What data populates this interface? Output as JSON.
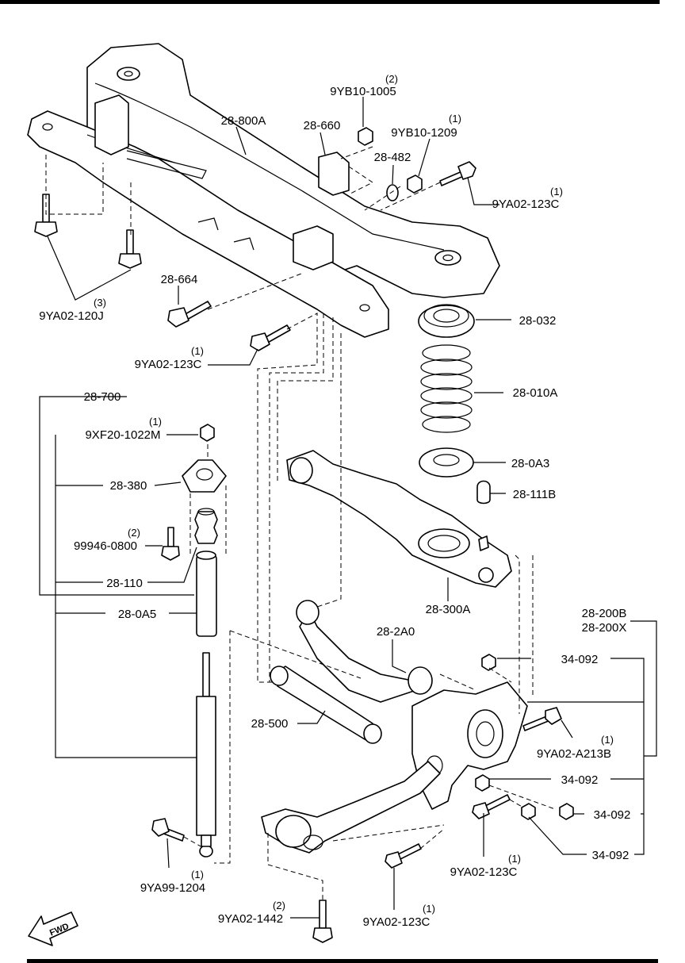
{
  "callouts": {
    "c_9yb10_1005": {
      "qty": "(2)",
      "code": "9YB10-1005"
    },
    "c_28_800a": {
      "code": "28-800A"
    },
    "c_28_660": {
      "code": "28-660"
    },
    "c_9yb10_1209": {
      "qty": "(1)",
      "code": "9YB10-1209"
    },
    "c_28_482": {
      "code": "28-482"
    },
    "c_9ya02_123c_top": {
      "qty": "(1)",
      "code": "9YA02-123C"
    },
    "c_28_664": {
      "code": "28-664"
    },
    "c_9ya02_120j": {
      "qty": "(3)",
      "code": "9YA02-120J"
    },
    "c_28_032": {
      "code": "28-032"
    },
    "c_9ya02_123c_mid": {
      "qty": "(1)",
      "code": "9YA02-123C"
    },
    "c_28_010a": {
      "code": "28-010A"
    },
    "c_28_700": {
      "code": "28-700"
    },
    "c_9xf20_1022m": {
      "qty": "(1)",
      "code": "9XF20-1022M"
    },
    "c_28_0a3": {
      "code": "28-0A3"
    },
    "c_28_380": {
      "code": "28-380"
    },
    "c_28_111b": {
      "code": "28-111B"
    },
    "c_99946_0800": {
      "qty": "(2)",
      "code": "99946-0800"
    },
    "c_28_110": {
      "code": "28-110"
    },
    "c_28_300a": {
      "code": "28-300A"
    },
    "c_28_0a5": {
      "code": "28-0A5"
    },
    "c_28_200b": {
      "code": "28-200B"
    },
    "c_28_200x": {
      "code": "28-200X"
    },
    "c_28_2a0": {
      "code": "28-2A0"
    },
    "c_34_092_a": {
      "code": "34-092"
    },
    "c_28_500": {
      "code": "28-500"
    },
    "c_9ya02_a213b": {
      "qty": "(1)",
      "code": "9YA02-A213B"
    },
    "c_34_092_b": {
      "code": "34-092"
    },
    "c_34_092_c": {
      "code": "34-092"
    },
    "c_34_092_d": {
      "code": "34-092"
    },
    "c_9ya99_1204": {
      "qty": "(1)",
      "code": "9YA99-1204"
    },
    "c_9ya02_123c_lower": {
      "qty": "(1)",
      "code": "9YA02-123C"
    },
    "c_9ya02_1442": {
      "qty": "(2)",
      "code": "9YA02-1442"
    },
    "c_9ya02_123c_bottom": {
      "qty": "(1)",
      "code": "9YA02-123C"
    }
  },
  "fwd_label": "FWD",
  "icons": {
    "fwd_arrow": "fwd-arrow-icon"
  }
}
